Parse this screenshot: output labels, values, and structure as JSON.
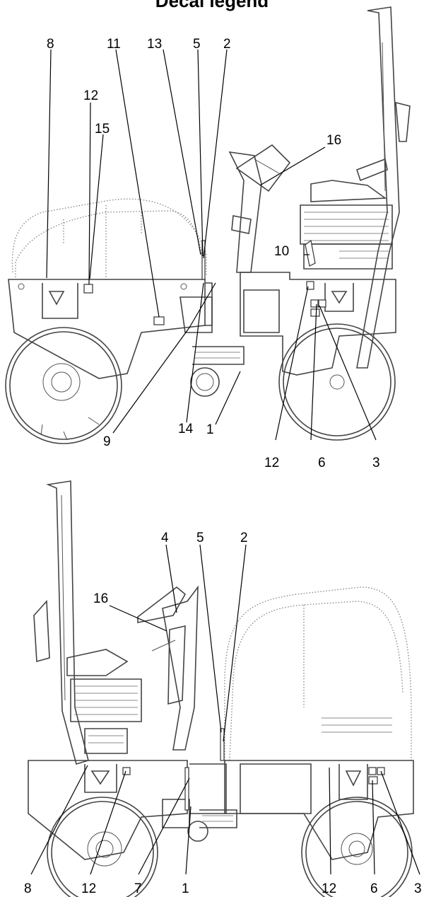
{
  "title": "Decal legend",
  "callouts": {
    "top": [
      {
        "id": "t8",
        "label": "8"
      },
      {
        "id": "t11",
        "label": "11"
      },
      {
        "id": "t13",
        "label": "13"
      },
      {
        "id": "t5",
        "label": "5"
      },
      {
        "id": "t2",
        "label": "2"
      },
      {
        "id": "t12a",
        "label": "12"
      },
      {
        "id": "t15",
        "label": "15"
      },
      {
        "id": "t16",
        "label": "16"
      },
      {
        "id": "t10",
        "label": "10"
      },
      {
        "id": "t9",
        "label": "9"
      },
      {
        "id": "t14",
        "label": "14"
      },
      {
        "id": "t1",
        "label": "1"
      },
      {
        "id": "t12b",
        "label": "12"
      },
      {
        "id": "t6",
        "label": "6"
      },
      {
        "id": "t3",
        "label": "3"
      }
    ],
    "bottom": [
      {
        "id": "b4",
        "label": "4"
      },
      {
        "id": "b5",
        "label": "5"
      },
      {
        "id": "b2",
        "label": "2"
      },
      {
        "id": "b16",
        "label": "16"
      },
      {
        "id": "b8",
        "label": "8"
      },
      {
        "id": "b12a",
        "label": "12"
      },
      {
        "id": "b7",
        "label": "7"
      },
      {
        "id": "b1",
        "label": "1"
      },
      {
        "id": "b12b",
        "label": "12"
      },
      {
        "id": "b6",
        "label": "6"
      },
      {
        "id": "b3",
        "label": "3"
      }
    ]
  }
}
